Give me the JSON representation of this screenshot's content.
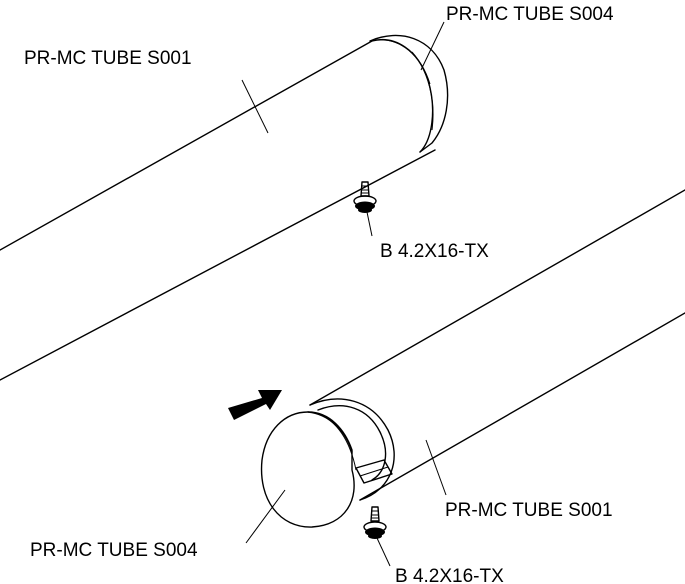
{
  "labels": {
    "top_tube": "PR-MC TUBE S001",
    "top_cap": "PR-MC TUBE S004",
    "top_screw": "B 4.2X16-TX",
    "bottom_tube": "PR-MC TUBE S001",
    "bottom_cap": "PR-MC TUBE S004",
    "bottom_screw": "B 4.2X16-TX"
  },
  "colors": {
    "line": "#000000",
    "background": "#ffffff"
  }
}
